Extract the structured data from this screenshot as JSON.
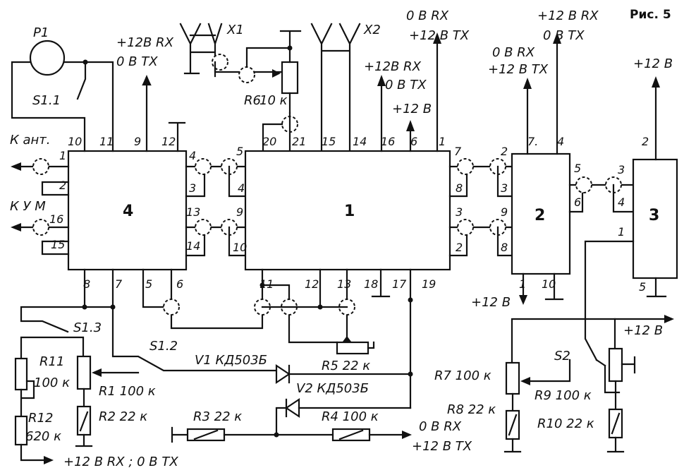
{
  "figure_label": "Рис. 5",
  "blocks": {
    "b1": "1",
    "b2": "2",
    "b3": "3",
    "b4": "4"
  },
  "pins": {
    "b4": {
      "p10": "10",
      "p11": "11",
      "p9": "9",
      "p12": "12",
      "p1": "1",
      "p2": "2",
      "p16": "16",
      "p15": "15",
      "p4": "4",
      "p3": "3",
      "p13": "13",
      "p14": "14",
      "p8": "8",
      "p7": "7",
      "p5": "5",
      "p6": "6"
    },
    "b1": {
      "p20": "20",
      "p21": "21",
      "p15": "15",
      "p14": "14",
      "p16": "16",
      "p6": "6",
      "p1": "1",
      "p7": "7",
      "p5": "5",
      "p4": "4",
      "p9": "9",
      "p10": "10",
      "p8": "8",
      "p3": "3",
      "p2": "2",
      "p11": "11",
      "p12": "12",
      "p13": "13",
      "p18": "18",
      "p17": "17",
      "p19": "19"
    },
    "b2": {
      "p2": "2",
      "p7": "7.",
      "p4": "4",
      "p3": "3",
      "p9": "9",
      "p8": "8",
      "p5": "5",
      "p6": "6",
      "p1": "1",
      "p10": "10"
    },
    "b3": {
      "p2": "2",
      "p3": "3",
      "p4": "4",
      "p1": "1",
      "p5": "5"
    }
  },
  "labels": {
    "p1": "P1",
    "s11": "S1.1",
    "k_ant": "К ант.",
    "k_um": "К У М",
    "b4_pwr1": "+12В RX",
    "b4_pwr2": "0 В TX",
    "x1": "X1",
    "x2": "X2",
    "r6": "R6",
    "r6v": "10 к",
    "b1_pwr1": "+12В RX",
    "b1_pwr2": "0 В TX",
    "b1_12v": "+12 В",
    "b1_top1": "0 В RX",
    "b1_top2": "+12 В TX",
    "b2_pwr1": "0 В RX",
    "b2_pwr2": "+12 В TX",
    "b2_top1": "+12 В RX",
    "b2_top2": "0 В TX",
    "b3_pwr": "+12 В",
    "s13": "S1.3",
    "s12": "S1.2",
    "r11": "R11",
    "r11v": "100 к",
    "r12": "R12",
    "r12v": "620 к",
    "r1": "R1  100 к",
    "r2": "R2    22 к",
    "v1": "V1  КД503Б",
    "v2": "V2  КД503Б",
    "r5": "R5   22 к",
    "r3": "R3   22 к",
    "r4": "R4   100 к",
    "r4_out1": "0 В RX",
    "r4_out2": "+12 В TX",
    "bottom_out": "+12 В RX ; 0 В TX",
    "b2_12v": "+12 В",
    "r7": "R7  100 к",
    "r8": "R8  22 к",
    "s2": "S2",
    "r9": "R9  100 к",
    "r10": "R10  22 к",
    "right_12v": "+12 В"
  }
}
